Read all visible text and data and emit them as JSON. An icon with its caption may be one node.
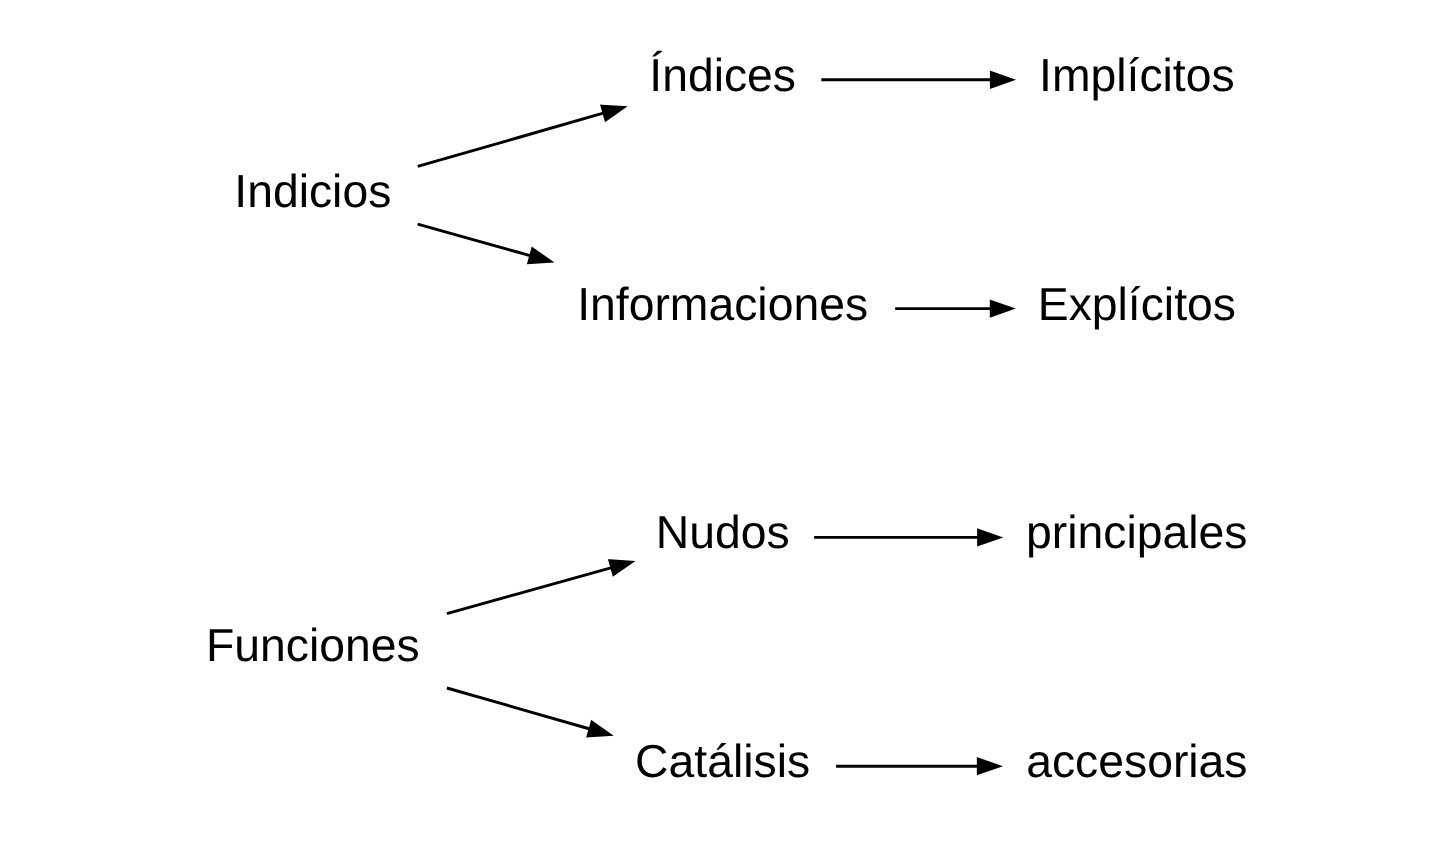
{
  "diagram": {
    "nodes": [
      {
        "text": [
          "Funciones"
        ]
      },
      {
        "text": [
          "Nudos"
        ]
      },
      {
        "text": [
          "principales"
        ]
      },
      {
        "text": [
          "Catálisis"
        ]
      },
      {
        "text": [
          "accesorias"
        ]
      },
      {
        "text": [
          "Indicios"
        ]
      },
      {
        "text": [
          "Índices"
        ]
      },
      {
        "text": [
          "Implícitos"
        ]
      },
      {
        "text": [
          "Informaciones"
        ]
      },
      {
        "text": [
          "Explícitos"
        ]
      }
    ],
    "edges": [
      {
        "from": 0,
        "to": 1,
        "arrow": "to"
      },
      {
        "from": 1,
        "to": 2,
        "arrow": "to"
      },
      {
        "from": 0,
        "to": 3,
        "arrow": "to"
      },
      {
        "from": 3,
        "to": 4,
        "arrow": "to"
      },
      {
        "from": 5,
        "to": 6,
        "arrow": "to"
      },
      {
        "from": 6,
        "to": 7,
        "arrow": "to"
      },
      {
        "from": 5,
        "to": 8,
        "arrow": "to"
      },
      {
        "from": 8,
        "to": 9,
        "arrow": "to"
      }
    ]
  }
}
